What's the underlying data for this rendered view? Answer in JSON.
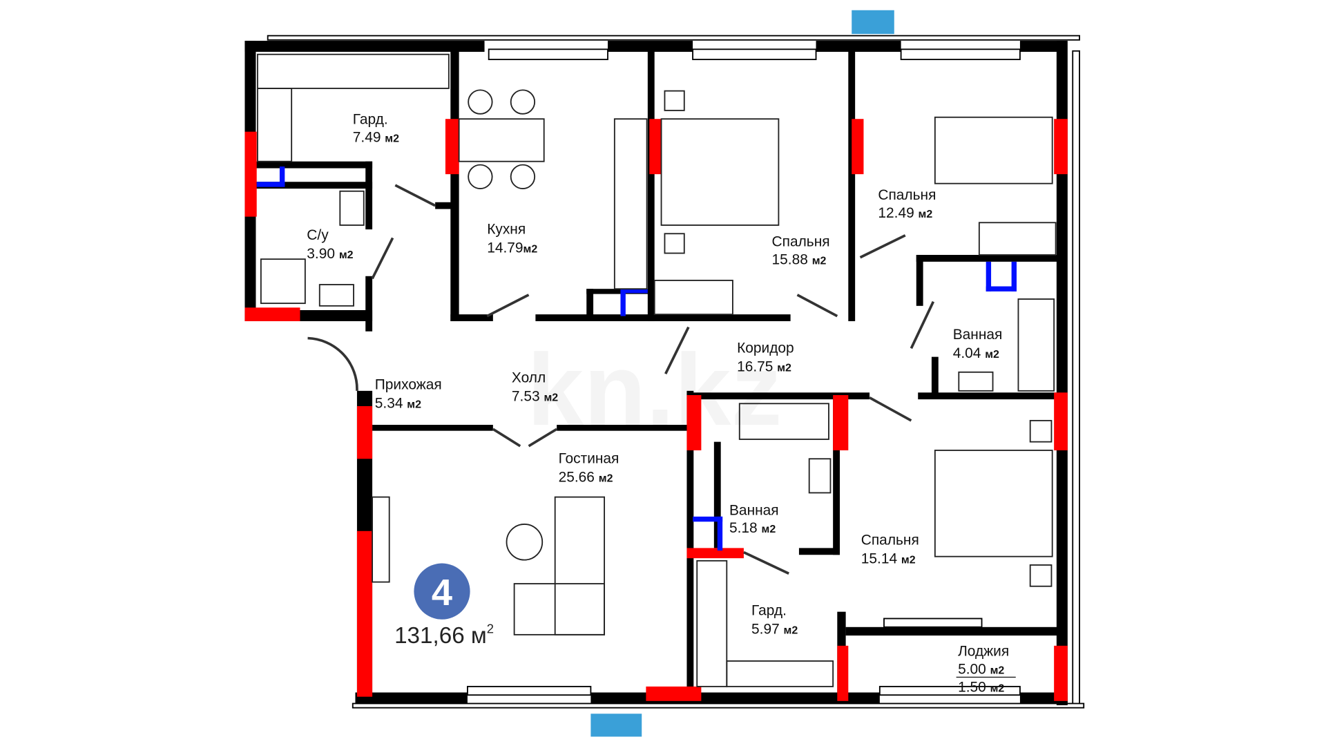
{
  "plan": {
    "rooms_count": "4",
    "total_area": "131,66 м",
    "total_area_sup": "2",
    "watermark": "kn.kz",
    "colors": {
      "wall": "#000000",
      "bearing": "#ff0000",
      "shaft": "#0010ff",
      "window_marker": "#3aa0d8",
      "badge": "#4a6db5"
    },
    "rooms": [
      {
        "name": "Гард.",
        "area": "7.49",
        "unit": "м2"
      },
      {
        "name": "С/у",
        "area": "3.90",
        "unit": "м2"
      },
      {
        "name": "Кухня",
        "area": "14.79",
        "unit": "м2"
      },
      {
        "name": "Спальня",
        "area": "15.88",
        "unit": "м2"
      },
      {
        "name": "Спальня",
        "area": "12.49",
        "unit": "м2"
      },
      {
        "name": "Ванная",
        "area": "4.04",
        "unit": "м2"
      },
      {
        "name": "Коридор",
        "area": "16.75",
        "unit": "м2"
      },
      {
        "name": "Прихожая",
        "area": "5.34",
        "unit": "м2"
      },
      {
        "name": "Холл",
        "area": "7.53",
        "unit": "м2"
      },
      {
        "name": "Гостиная",
        "area": "25.66",
        "unit": "м2"
      },
      {
        "name": "Ванная",
        "area": "5.18",
        "unit": "м2"
      },
      {
        "name": "Спальня",
        "area": "15.14",
        "unit": "м2"
      },
      {
        "name": "Гард.",
        "area": "5.97",
        "unit": "м2"
      },
      {
        "name": "Лоджия",
        "area": "5.00",
        "unit": "м2",
        "area2": "1.50"
      }
    ]
  }
}
